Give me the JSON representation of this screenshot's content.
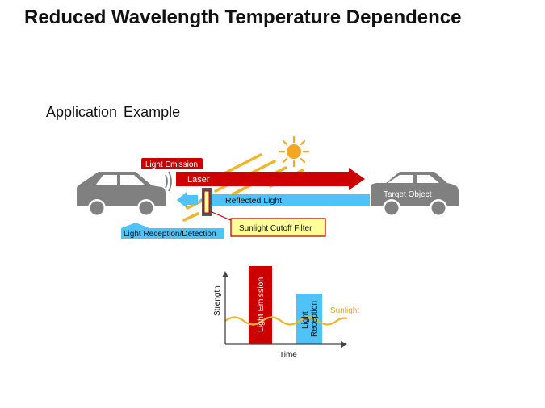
{
  "title": "Reduced Wavelength Temperature Dependence",
  "subtitle": "Application Example",
  "diagram": {
    "light_emission_label": "Light Emission",
    "laser_label": "Laser",
    "reflected_light_label": "Reflected Light",
    "target_object_label": "Target Object",
    "light_reception_label": "Light Reception/Detection",
    "sunlight_filter_label": "Sunlight Cutoff Filter"
  },
  "chart": {
    "y_axis_label": "Strength",
    "x_axis_label": "Time",
    "emission_bar_label": "Light Emission",
    "reception_bar_label_line1": "Light",
    "reception_bar_label_line2": "Reception",
    "sunlight_label": "Sunlight"
  },
  "colors": {
    "laser_red": "#cc0000",
    "reflected_blue": "#4fc3f7",
    "sun_orange": "#f5a623",
    "ray_orange": "#f0b429",
    "car_gray": "#808080",
    "filter_box_bg": "#ffff99"
  }
}
